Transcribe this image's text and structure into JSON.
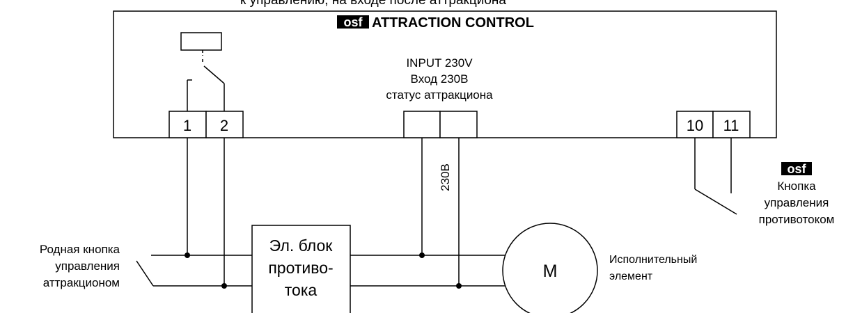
{
  "header_caption": "к управлению, на входе после аттракциона",
  "panel": {
    "logo_text": "osf",
    "title": "ATTRACTION CONTROL"
  },
  "input": {
    "line1": "INPUT 230V",
    "line2": "Вход 230В",
    "line3": "статус аттракциона"
  },
  "terminals": {
    "t1": "1",
    "t2": "2",
    "t10": "10",
    "t11": "11"
  },
  "wire_label": "230В",
  "osf_button": {
    "logo_text": "osf",
    "line1": "Кнопка",
    "line2": "управления",
    "line3": "противотоком"
  },
  "native_button": {
    "line1": "Родная кнопка",
    "line2": "управления",
    "line3": "аттракционом"
  },
  "control_unit": {
    "line1": "Эл. блок",
    "line2": "противо-",
    "line3": "тока"
  },
  "motor": {
    "label": "M"
  },
  "actuator": {
    "line1": "Исполнительный",
    "line2": "элемент"
  },
  "colors": {
    "line": "#000000",
    "background": "#ffffff"
  }
}
